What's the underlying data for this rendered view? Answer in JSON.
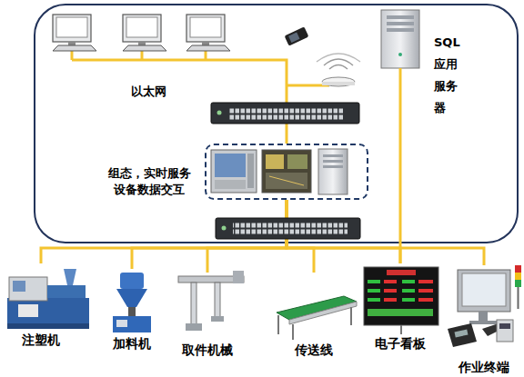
{
  "diagram": {
    "nodes": [
      {
        "text": [
          "SQL 应用 服务 器"
        ]
      },
      {
        "text": [
          "组态，实时服务 设备数据交互"
        ]
      },
      {
        "text": [
          "注塑机"
        ]
      },
      {
        "text": [
          "加料机"
        ]
      },
      {
        "text": [
          "取件机械"
        ]
      },
      {
        "text": [
          "传送线"
        ]
      },
      {
        "text": [
          "电子看板"
        ]
      },
      {
        "text": [
          "作业终端"
        ]
      }
    ],
    "edges": [
      {
        "from": 1,
        "to": 2,
        "arrow": "none"
      },
      {
        "from": 1,
        "to": 3,
        "arrow": "none"
      },
      {
        "from": 1,
        "to": 4,
        "arrow": "none"
      },
      {
        "from": 1,
        "to": 5,
        "arrow": "none"
      },
      {
        "from": 1,
        "to": 6,
        "arrow": "none"
      },
      {
        "from": 1,
        "to": 7,
        "arrow": "none"
      },
      {
        "from": 0,
        "to": 6,
        "arrow": "none"
      }
    ],
    "labels": [
      "以太网"
    ]
  }
}
